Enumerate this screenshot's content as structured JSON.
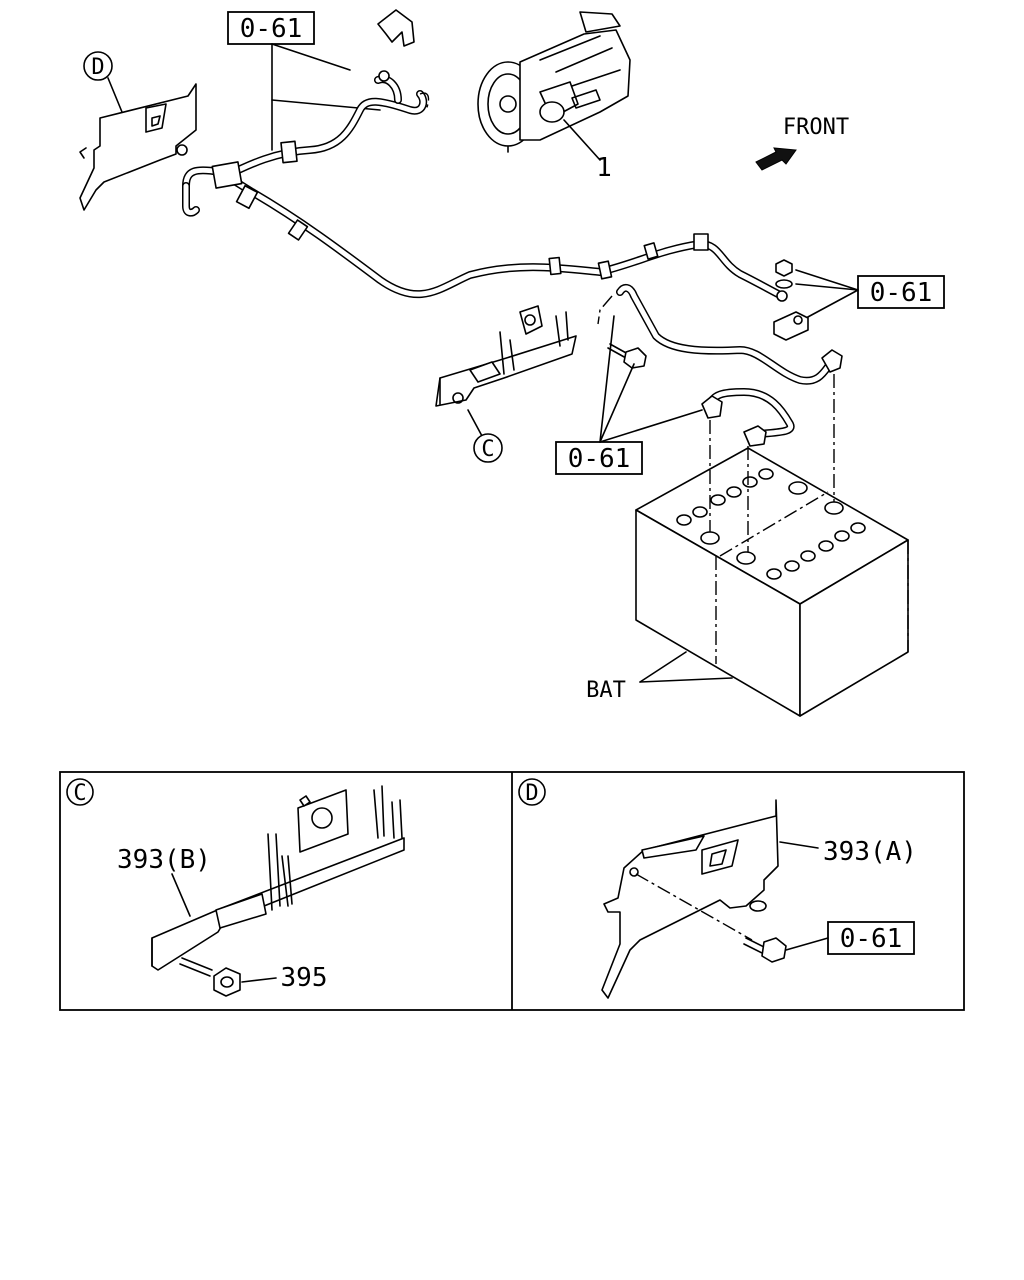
{
  "labels": {
    "ref_061_top": "0-61",
    "ref_061_right": "0-61",
    "ref_061_mid": "0-61",
    "ref_061_inset": "0-61",
    "front": "FRONT",
    "part_1": "1",
    "bat": "BAT",
    "part_393b": "393(B)",
    "part_395": "395",
    "part_393a": "393(A)"
  },
  "callouts": {
    "c_main": "C",
    "d_main": "D",
    "c_inset": "C",
    "d_inset": "D"
  }
}
